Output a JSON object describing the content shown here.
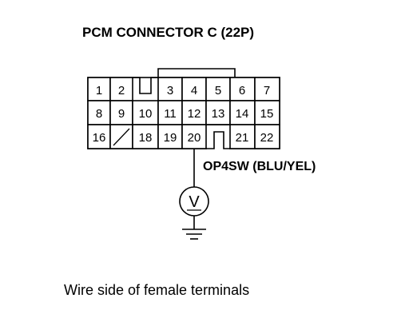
{
  "title": "PCM CONNECTOR C (22P)",
  "wire_label": "OP4SW (BLU/YEL)",
  "meter_symbol": "V",
  "caption": "Wire side of female terminals",
  "pins": {
    "row1": [
      "1",
      "2",
      "3",
      "4",
      "5",
      "6",
      "7"
    ],
    "row2": [
      "8",
      "9",
      "10",
      "11",
      "12",
      "13",
      "14",
      "15"
    ],
    "row3": [
      "16",
      "18",
      "19",
      "20",
      "21",
      "22"
    ]
  }
}
